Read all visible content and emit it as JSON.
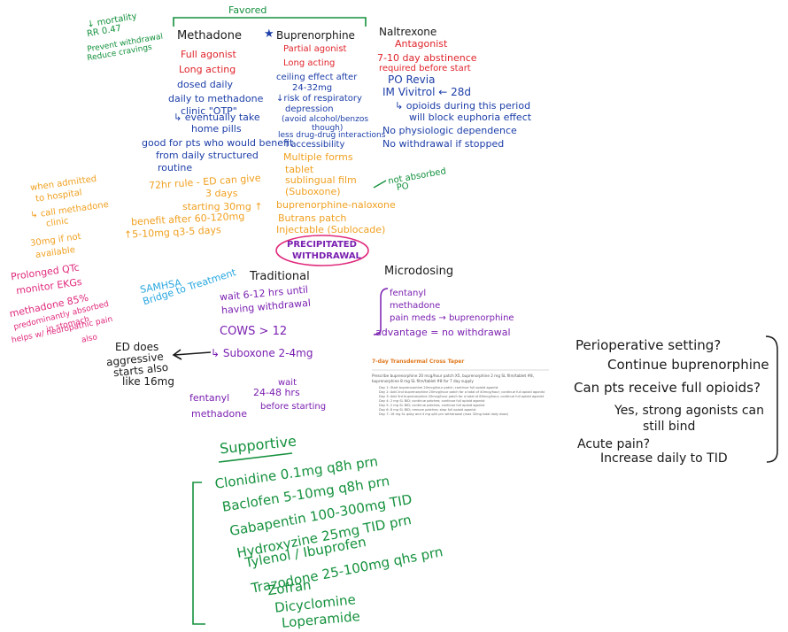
{
  "header": {
    "favored": "Favored",
    "methadone": "Methadone",
    "buprenorphine": "Buprenorphine",
    "naltrexone": "Naltrexone",
    "star": "★"
  },
  "mortality_notes": [
    "↓ mortality",
    "RR 0.47",
    "Prevent withdrawal",
    "Reduce cravings"
  ],
  "methadone": {
    "agonist": [
      "Full agonist",
      "Long acting"
    ],
    "dosing": [
      "dosed daily",
      "daily to methadone",
      "clinic \"OTP\"",
      "↳ eventually take",
      "home pills"
    ],
    "benefit": [
      "good for pts who would benefit",
      "from daily structured",
      "routine"
    ],
    "rule": [
      "72hr rule - ED can give",
      "3 days"
    ],
    "starting": [
      "starting 30mg ↑",
      "benefit after 60-120mg",
      "↑5-10mg q3-5 days"
    ],
    "admit": [
      "when admitted",
      "to hospital",
      "↳ call methadone",
      "clinic",
      "30mg if not",
      "available"
    ],
    "qtc": [
      "Prolonged QTc",
      "monitor EKGs"
    ],
    "absorb": [
      "methadone 85%",
      "predominantly absorbed",
      "in stomach",
      "helps w/ neuropathic pain",
      "also"
    ]
  },
  "buprenorphine": {
    "agonist": [
      "Partial agonist",
      "Long acting"
    ],
    "ceiling": [
      "ceiling effect after",
      "24-32mg"
    ],
    "resp": [
      "↓risk of respiratory",
      "depression",
      "(avoid alcohol/benzos",
      "though)"
    ],
    "interactions": [
      "less drug-drug interactions",
      "↑accessibility"
    ],
    "forms": [
      "Multiple forms",
      "tablet",
      "sublingual film",
      "(Suboxone)",
      "buprenorphine-naloxone",
      "Butrans patch",
      "Injectable (Sublocade)"
    ],
    "not_absorbed": [
      "not absorbed",
      "PO"
    ]
  },
  "naltrexone": {
    "antagonist": [
      "Antagonist",
      "7-10 day abstinence",
      "required before start"
    ],
    "forms": [
      "PO Revia",
      "IM Vivitrol ← 28d"
    ],
    "opioids": [
      "↳ opioids during this period",
      "will block euphoria effect"
    ],
    "dependence": [
      "No physiologic dependence",
      "No withdrawal if stopped"
    ]
  },
  "precipitated": [
    "PRECIPITATED",
    "WITHDRAWAL"
  ],
  "samhsa": [
    "SAMHSA",
    "Bridge to Treatment"
  ],
  "traditional": {
    "title": "Traditional",
    "wait": [
      "wait 6-12 hrs until",
      "having withdrawal"
    ],
    "cows": "COWS > 12",
    "suboxone": "↳ Suboxone 2-4mg",
    "fentanyl": [
      "fentanyl",
      "methadone"
    ],
    "wait2": [
      "wait",
      "24-48 hrs",
      "before starting"
    ]
  },
  "ed": [
    "ED does",
    "aggressive",
    "starts also",
    "like 16mg"
  ],
  "microdosing": {
    "title": "Microdosing",
    "items": [
      "fentanyl",
      "methadone",
      "pain meds → buprenorphine"
    ],
    "advantage": "advantage = no withdrawal"
  },
  "document": {
    "title": "7-day Transdermal Cross Taper",
    "intro": [
      "Prescribe buprenorphine 20 mcg/hour patch X5, buprenorphine 2 mg SL film/tablet #8,",
      "buprenorphine 8 mg SL film/tablet #8 for 7 day supply"
    ],
    "steps": [
      "Day 1: Start buprenorphine 20mcg/hour patch; continue full opioid agonist",
      "Day 2: Add 2nd buprenorphine 20mcg/hour patch for a total of 40mcg/hour; continue full opioid agonist",
      "Day 3: Add 3rd buprenorphine 20mcg/hour patch for a total of 60mcg/hour; continue full opioid agonist",
      "Day 4: 2 mg SL BID; continue patches; continue full opioid agonist",
      "Day 5: 2 mg SL BID; continue patches; continue full opioid agonist",
      "Day 6: 8 mg SL BID; remove patches; stop full opioid agonist",
      "Day 7: 16 mg SL qday and 4 mg q4h prn withdrawal (max 32mg total daily dose)"
    ]
  },
  "periop": {
    "q1": "Perioperative setting?",
    "a1": "Continue buprenorphine",
    "q2": "Can pts receive full opioids?",
    "a2": [
      "Yes, strong agonists can",
      "still bind"
    ],
    "q3": "Acute pain?",
    "a3": "Increase daily to TID"
  },
  "supportive": {
    "title": "Supportive",
    "items": [
      "Clonidine 0.1mg q8h prn",
      "Baclofen 5-10mg q8h prn",
      "Gabapentin 100-300mg TID",
      "Hydroxyzine 25mg TID prn",
      "Tylenol / Ibuprofen",
      "Trazodone 25-100mg qhs prn",
      "Zofran",
      "Dicyclomine",
      "Loperamide"
    ]
  },
  "colors": {
    "black": "#1a1a1a",
    "red": "#e0242b",
    "blue": "#1c3ea8",
    "orange": "#f0a020",
    "green": "#14913d",
    "pink": "#e02a7d",
    "purple": "#7a1fb0",
    "cyan": "#2aa8e0"
  }
}
